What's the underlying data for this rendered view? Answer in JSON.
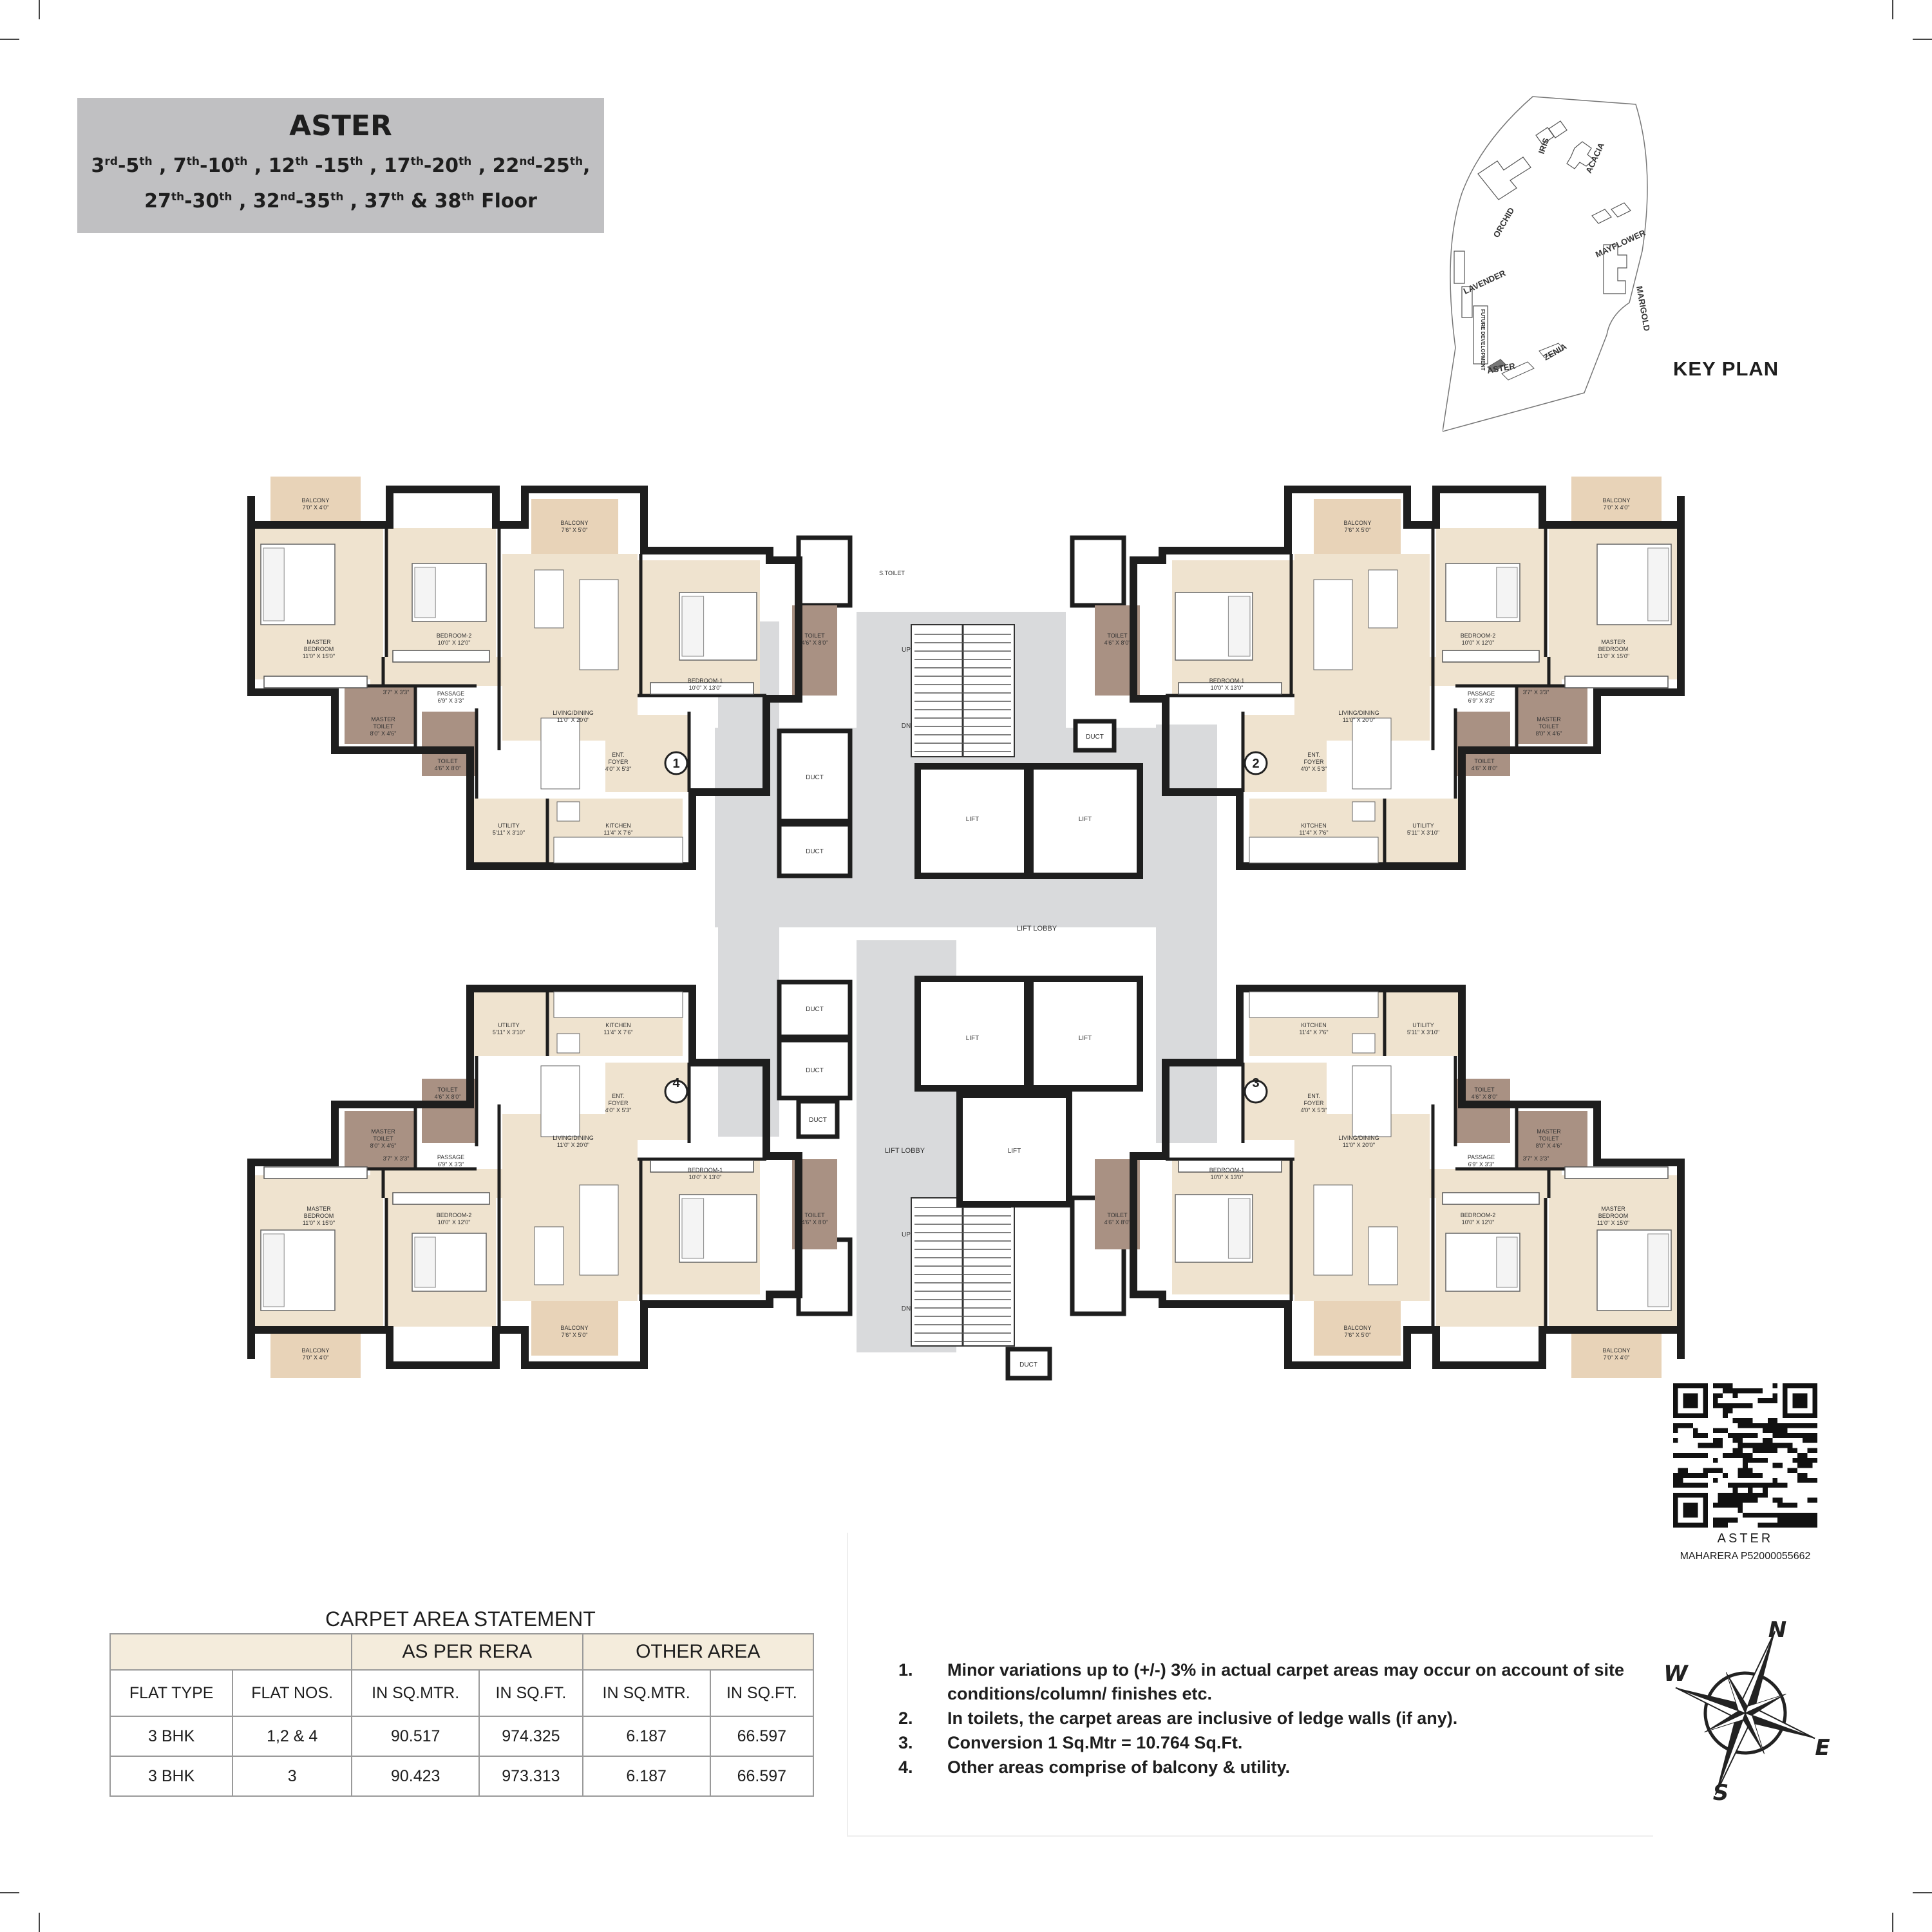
{
  "header": {
    "name": "ASTER",
    "floors_line1": [
      {
        "n": "3",
        "s": "rd",
        "t": "-5"
      },
      {
        "n": "",
        "s": "th",
        "t": " , 7"
      },
      {
        "n": "",
        "s": "th",
        "t": "-10"
      },
      {
        "n": "",
        "s": "th",
        "t": " , 12"
      },
      {
        "n": "",
        "s": "th",
        "t": " -15"
      },
      {
        "n": "",
        "s": "th",
        "t": " , 17"
      },
      {
        "n": "",
        "s": "th",
        "t": "-20"
      },
      {
        "n": "",
        "s": "th",
        "t": " , 22"
      },
      {
        "n": "",
        "s": "nd",
        "t": "-25"
      },
      {
        "n": "",
        "s": "th",
        "t": ","
      }
    ],
    "floors_line2": [
      {
        "n": "27",
        "s": "th",
        "t": "-30"
      },
      {
        "n": "",
        "s": "th",
        "t": " , 32"
      },
      {
        "n": "",
        "s": "nd",
        "t": "-35"
      },
      {
        "n": "",
        "s": "th",
        "t": " , 37"
      },
      {
        "n": "",
        "s": "th",
        "t": " & 38"
      },
      {
        "n": "",
        "s": "th",
        "t": " Floor"
      }
    ]
  },
  "key_plan": {
    "title": "KEY PLAN",
    "buildings": [
      "IRIS",
      "ACACIA",
      "ORCHID",
      "MAYFLOWER",
      "LAVENDER",
      "MARIGOLD",
      "FUTURE DEVELOPMENT",
      "ZENIA",
      "ASTER"
    ]
  },
  "floor_plan": {
    "lift_lobby": "LIFT LOBBY",
    "lift": "LIFT",
    "duct": "DUCT",
    "up": "UP",
    "dn": "DN",
    "flat_numbers": [
      "1",
      "2",
      "3",
      "4"
    ],
    "rooms": {
      "balcony_small": [
        "BALCONY",
        "7'0\" X 4'0\""
      ],
      "balcony_large": [
        "BALCONY",
        "7'6\" X 5'0\""
      ],
      "master_bedroom": [
        "MASTER",
        "BEDROOM",
        "11'0\" X 15'0\""
      ],
      "bedroom2": [
        "BEDROOM-2",
        "10'0\" X 12'0\""
      ],
      "bedroom1": [
        "BEDROOM-1",
        "10'0\" X 13'0\""
      ],
      "living": [
        "LIVING/DINING",
        "11'0\" X 20'0\""
      ],
      "passage": [
        "PASSAGE",
        "6'9\" X 3'3\""
      ],
      "passage2": "3'7\" X 3'3\"",
      "foyer": [
        "ENT.",
        "FOYER",
        "4'0\" X 5'3\""
      ],
      "master_toilet": [
        "MASTER",
        "TOILET",
        "8'0\" X 4'6\""
      ],
      "toilet": [
        "TOILET",
        "4'6\" X 8'0\""
      ],
      "s_toilet": "S.TOILET",
      "utility": [
        "UTILITY",
        "5'11\" X 3'10\""
      ],
      "kitchen": [
        "KITCHEN",
        "11'4\" X 7'6\""
      ]
    }
  },
  "qr": {
    "name": "ASTER",
    "rera": "MAHARERA P52000055662"
  },
  "carpet_area": {
    "title": "CARPET AREA STATEMENT",
    "group_headers": [
      "",
      "AS PER RERA",
      "OTHER AREA"
    ],
    "columns": [
      "FLAT TYPE",
      "FLAT NOS.",
      "IN SQ.MTR.",
      "IN SQ.FT.",
      "IN SQ.MTR.",
      "IN SQ.FT."
    ],
    "rows": [
      [
        "3 BHK",
        "1,2 & 4",
        "90.517",
        "974.325",
        "6.187",
        "66.597"
      ],
      [
        "3 BHK",
        "3",
        "90.423",
        "973.313",
        "6.187",
        "66.597"
      ]
    ]
  },
  "notes": [
    {
      "num": "1.",
      "text": "Minor variations up to (+/-) 3% in actual carpet areas may occur on account of site conditions/column/ finishes etc."
    },
    {
      "num": "2.",
      "text": "In toilets, the carpet areas are inclusive of ledge walls (if any)."
    },
    {
      "num": "3.",
      "text": "Conversion 1 Sq.Mtr = 10.764 Sq.Ft."
    },
    {
      "num": "4.",
      "text": "Other areas comprise of balcony & utility."
    }
  ],
  "compass": {
    "n": "N",
    "s": "S",
    "e": "E",
    "w": "W"
  },
  "colors": {
    "room": "#efe3cf",
    "balcony": "#e8d3b8",
    "toilet": "#a99183",
    "wall": "#1e1e1e",
    "lobby": "#d9dadc",
    "title_box": "#c0c0c2",
    "table_header": "#f4ecdc"
  }
}
